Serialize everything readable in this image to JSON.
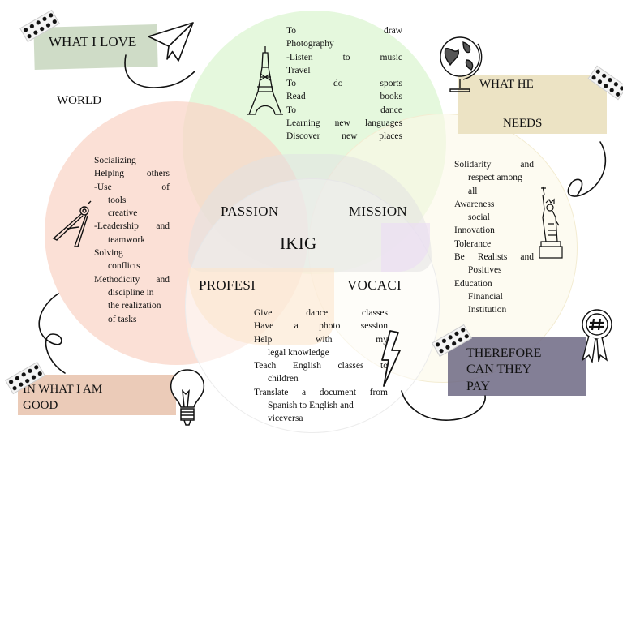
{
  "labels": {
    "what_i_love": "WHAT I LOVE",
    "world": "WORLD",
    "what_he_needs_1": "WHAT HE",
    "what_he_needs_2": "NEEDS",
    "good_at_1": "IN WHAT I AM",
    "good_at_2": "GOOD",
    "pay_1": "THEREFORE",
    "pay_2": "CAN THEY",
    "pay_3": "PAY"
  },
  "center": {
    "passion": "PASSION",
    "mission": "MISSION",
    "ikig": "IKIG",
    "profesi": "PROFESI",
    "vocaci": "VOCACI"
  },
  "love_list": [
    {
      "text": "To draw"
    },
    {
      "text": "Photography"
    },
    {
      "text": "-Listen to music"
    },
    {
      "text": "Travel"
    },
    {
      "text": "To do sports"
    },
    {
      "text": "Read books"
    },
    {
      "text": "To dance"
    },
    {
      "text": "Learning new languages"
    },
    {
      "text": "Discover new places"
    }
  ],
  "good_list": [
    {
      "text": "Socializing"
    },
    {
      "text": "Helping others"
    },
    {
      "text": "-Use of"
    },
    {
      "text": "tools",
      "indent": true
    },
    {
      "text": "creative",
      "indent": true
    },
    {
      "text": "-Leadership and"
    },
    {
      "text": "teamwork",
      "indent": true
    },
    {
      "text": "Solving"
    },
    {
      "text": "conflicts",
      "indent": true
    },
    {
      "text": "Methodicity and"
    },
    {
      "text": "discipline in",
      "indent": true
    },
    {
      "text": "the realization",
      "indent": true
    },
    {
      "text": "of tasks",
      "indent": true
    }
  ],
  "needs_list": [
    {
      "text": "Solidarity and"
    },
    {
      "text": "respect among",
      "indent": true
    },
    {
      "text": "all",
      "indent": true
    },
    {
      "text": "Awareness"
    },
    {
      "text": "social",
      "indent": true
    },
    {
      "text": "Innovation"
    },
    {
      "text": "Tolerance"
    },
    {
      "text": "Be Realists and"
    },
    {
      "text": "Positives",
      "indent": true
    },
    {
      "text": "Education"
    },
    {
      "text": "Financial Institution",
      "indent": true
    }
  ],
  "pay_list": [
    {
      "text": "Give dance classes"
    },
    {
      "text": "Have a photo session"
    },
    {
      "text": "Help with my"
    },
    {
      "text": "legal knowledge",
      "indent": true
    },
    {
      "text": "Teach English classes to"
    },
    {
      "text": "children",
      "indent": true
    },
    {
      "text": "Translate a document from"
    },
    {
      "text": "Spanish to English and",
      "indent": true
    },
    {
      "text": "viceversa",
      "indent": true
    }
  ],
  "icons": [
    "paper-plane-icon",
    "eiffel-tower-icon",
    "globe-icon",
    "compass-icon",
    "statue-of-liberty-icon",
    "badge-hashtag-icon",
    "lightning-icon",
    "lightbulb-icon",
    "tape-icon"
  ],
  "colors": {
    "love_circle": "#e3f6dc",
    "good_circle": "#fbdcd3",
    "needs_circle": "#fdfbf2",
    "pay_circle": "#fdfdfd",
    "passion_area": "#ebebeb",
    "tag_love": "#cfdcc7",
    "tag_needs": "#ece3c4",
    "tag_good": "#ebcbb8",
    "tag_pay": "#6d6984"
  }
}
